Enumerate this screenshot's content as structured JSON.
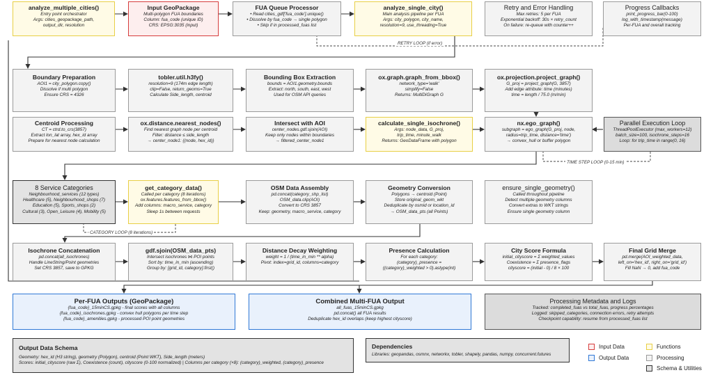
{
  "nodes": {
    "analyze_multiple": {
      "title": "analyze_multiple_cities()",
      "lines": [
        "Entry point orchestrator",
        "Args: cities_geopackage_path,",
        "output_dir, resolution"
      ]
    },
    "input_gpkg": {
      "title": "Input GeoPackage",
      "lines": [
        "Multi-polygon FUA boundaries",
        "Column: fua_code (unique ID)",
        "CRS: EPSG:3035 (input)"
      ]
    },
    "fua_queue": {
      "title": "FUA Queue Processor",
      "lines": [
        "• Read cities_gdf['fua_code'].unique()",
        "• Dissolve by fua_code → single polygon",
        "• Skip if in processed_fuas list"
      ]
    },
    "analyze_single": {
      "title": "analyze_single_city()",
      "lines": [
        "Main analysis pipeline per FUA",
        "Args: city_polygon, city_name,",
        "resolution=9, use_threading=True"
      ]
    },
    "retry": {
      "title": "Retry and Error Handling",
      "lines": [
        "Max retries: 5 per FUA",
        "Exponential backoff: 30s × retry_count",
        "On failure: re-queue with counter++"
      ]
    },
    "progress": {
      "title": "Progress Callbacks",
      "lines": [
        "print_progress_bar(0-100)",
        "log_with_timestamp(message)",
        "Per-FUA and overall tracking"
      ]
    },
    "boundary": {
      "title": "Boundary Preparation",
      "lines": [
        "AOI1 = city_polygon.copy()",
        "Dissolve if multi polygon",
        "Ensure CRS = 4326"
      ]
    },
    "h3fy": {
      "title": "tobler.util.h3fy()",
      "lines": [
        "resolution=9 (174m edge length)",
        "clip=False, return_geoms=True",
        "Calculate Side_length, centroid"
      ]
    },
    "bbox": {
      "title": "Bounding Box Extraction",
      "lines": [
        "bounds = AOI1.geometry.bounds",
        "Extract: north, south, east, west",
        "Used for OSM API queries"
      ]
    },
    "graph_bbox": {
      "title": "ox.graph.graph_from_bbox()",
      "lines": [
        "network_type='walk'",
        "simplify=False",
        "Returns: MultiDiGraph G"
      ]
    },
    "project_graph": {
      "title": "ox.projection.project_graph()",
      "lines": [
        "G_proj = project_graph(G, 3857)",
        "Add edge attribute: time (minutes)",
        "time = length / 75.0 (m/min)"
      ]
    },
    "centroid": {
      "title": "Centroid Processing",
      "lines": [
        "CT = ctrd.to_crs(3857)",
        "Extract lon_lat array, hex_id array",
        "Prepare for nearest node calculation"
      ]
    },
    "nearest": {
      "title": "ox.distance.nearest_nodes()",
      "lines": [
        "Find nearest graph node per centroid",
        "Filter: distance ≤ side_length",
        "→ center_node1: {(node, hex_id)}"
      ]
    },
    "intersect": {
      "title": "Intersect with AOI",
      "lines": [
        "center_nodes.gdf.sjoin(AOI)",
        "Keep only nodes within boundaries",
        "→ filtered_center_node1"
      ]
    },
    "calc_iso": {
      "title": "calculate_single_isochrone()",
      "lines": [
        "Args: node_data, G_proj,",
        "trip_time, minute_walk",
        "Returns: GeoDataFrame with polygon"
      ]
    },
    "ego": {
      "title": "nx.ego_graph()",
      "lines": [
        "subgraph = ego_graph(G_proj, node,",
        "radius=trip_time, distance='time')",
        "→ convex_hull or buffer polygon"
      ]
    },
    "parallel": {
      "title": "Parallel Execution Loop",
      "lines": [
        "ThreadPoolExecutor (max_workers=12)",
        "batch_size=100, isochrone_steps=16",
        "Loop: for trip_time in range(0, 16)"
      ]
    },
    "service_cat": {
      "title": "8 Service Categories",
      "lines": [
        "Neighbourhood_services (12 types)",
        "Healthcare (5), Neighbourhood_shops (7)",
        "Education (5), Sports_shops (2)",
        "Cultural (3), Open_Leisure (4), Mobility (5)"
      ]
    },
    "get_cat": {
      "title": "get_category_data()",
      "lines": [
        "Called per category (8 iterations)",
        "ox.features.features_from_bbox()",
        "Add columns: macro_service, category",
        "Sleep 1s between requests"
      ]
    },
    "osm_assembly": {
      "title": "OSM Data Assembly",
      "lines": [
        "pd.concat(category_shp_list)",
        "OSM_data.clip(AOI)",
        "Convert to CRS 3857",
        "Keep: geometry, macro_service, category"
      ]
    },
    "geom_conv": {
      "title": "Geometry Conversion",
      "lines": [
        "Polygons → centroid (Point)",
        "Store original_geom_wkt",
        "Deduplicate by osmid or location_id",
        "→ OSM_data_pts (all Points)"
      ]
    },
    "ensure_geom": {
      "title": "ensure_single_geometry()",
      "lines": [
        "Called throughout pipeline",
        "Detect multiple geometry columns",
        "Convert extras to WKT strings",
        "Ensure single geometry column"
      ]
    },
    "iso_concat": {
      "title": "Isochrone Concatenation",
      "lines": [
        "pd.concat(all_isochrones)",
        "Handle LineString/Point geometries",
        "Set CRS 3857, save to GPKG"
      ]
    },
    "sjoin": {
      "title": "gdf.sjoin(OSM_data_pts)",
      "lines": [
        "Intersect isochrones ⋈ POI points",
        "Sort by: time_in_min (ascending)",
        "Group by: [grid_id, category].first()"
      ]
    },
    "decay": {
      "title": "Distance Decay Weighting",
      "lines": [
        "weight = 1 / (time_in_min ** alpha)",
        "Pivot: index=grid_id, columns=category"
      ]
    },
    "presence": {
      "title": "Presence Calculation",
      "lines": [
        "For each category:",
        "(category)_presence =",
        "((category)_weighted > 0).astype(int)"
      ]
    },
    "city_score": {
      "title": "City Score Formula",
      "lines": [
        "initial_cityscore = Σ weighted_values",
        "Coexistence = Σ presence_flags",
        "cityscore = (initial - 0) / 8 × 100"
      ]
    },
    "final_merge": {
      "title": "Final Grid Merge",
      "lines": [
        "pd.merge(AOI_weighted_data,",
        "left_on='hex_id', right_on='grid_id')",
        "Fill NaN → 0, add fua_code"
      ]
    },
    "per_fua": {
      "title": "Per-FUA Outputs (GeoPackage)",
      "lines": [
        "{fua_code}_15minCS.gpkg - final scores with all columns",
        "{fua_code}_isochrones.gpkg - convex hull polygons per time step",
        "{fua_code}_amenities.gpkg - processed POI point geometries"
      ]
    },
    "combined": {
      "title": "Combined Multi-FUA Output",
      "lines": [
        "all_fuas_15minCS.gpkg",
        "pd.concat() all FUA results",
        "Deduplicate hex_id overlaps (keep highest cityscore)"
      ]
    },
    "metadata": {
      "title": "Processing Metadata and Logs",
      "lines": [
        "Tracked: completed_fuas vs total_fuas, progress percentages",
        "Logged: skipped_categories, connection errors, retry attempts",
        "Checkpoint capability: resume from processed_fuas list"
      ]
    },
    "schema": {
      "title": "Output Data Schema",
      "lines": [
        "Geometry: hex_id (H3 string), geometry (Polygon), centroid (Point WKT), Side_length (meters)",
        "Scores: initial_cityscore (raw Σ), Coexistence (count), cityscore (0-100 normalized) | Columns per category (×8): (category)_weighted, (category)_presence"
      ]
    },
    "deps": {
      "title": "Dependencies",
      "lines": [
        "Libraries: geopandas, osmnx, networkx, tobler, shapely, pandas, numpy, concurrent.futures"
      ]
    }
  },
  "loops": {
    "retry": "RETRY LOOP (if error)",
    "time_step": "TIME STEP LOOP (0-15 min)",
    "category": "CATEGORY LOOP (8 iterations)"
  },
  "legend": [
    {
      "label": "Input Data",
      "color": "#d63c3c"
    },
    {
      "label": "Output Data",
      "color": "#2f78d6"
    },
    {
      "label": "Functions",
      "color": "#e8cf45"
    },
    {
      "label": "Processing",
      "color": "#9a9a9a"
    },
    {
      "label": "Schema & Utilities",
      "color": "#333333"
    }
  ]
}
